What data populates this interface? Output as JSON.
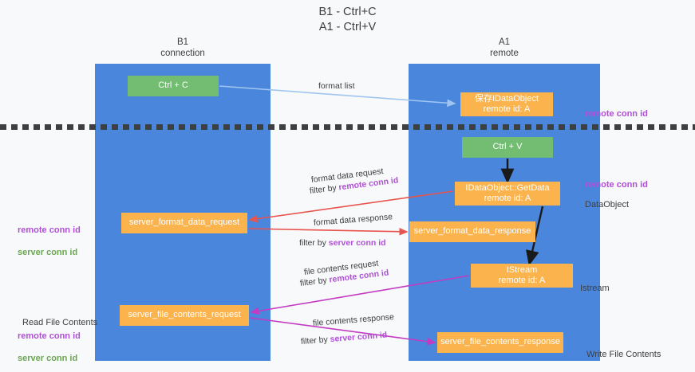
{
  "title": "B1 - Ctrl+C\nA1 - Ctrl+V",
  "columns": {
    "left": "B1\nconnection",
    "right": "A1\nremote"
  },
  "colors": {
    "lane": "#4a86dc",
    "green_node": "#73bd73",
    "orange_node": "#fab34d",
    "remote_conn_id": "#b14fd8",
    "server_conn_id": "#6aa84f",
    "edge_red": "#e8544f",
    "edge_magenta": "#c33bc3",
    "edge_blue": "#9fc5f0",
    "edge_black": "#1a1a1a",
    "divider": "#3c4043"
  },
  "nodes": {
    "ctrl_c": "Ctrl + C",
    "save_idataobject": "保存IDataObject\nremote id: A",
    "ctrl_v": "Ctrl + V",
    "idataobject_getdata": "IDataObject::GetData\nremote id: A",
    "server_format_data_request": "server_format_data_request",
    "server_format_data_response": "server_format_data_response",
    "istream": "IStream\nremote id: A",
    "server_file_contents_request": "server_file_contents_request",
    "server_file_contents_response": "server_file_contents_response"
  },
  "annotations": {
    "right": {
      "remote_conn_id_1": "remote conn id",
      "remote_conn_id_2": "remote conn id",
      "dataobject": "DataObject",
      "istream": "Istream",
      "write_file_contents": "Write File Contents"
    },
    "left": {
      "remote_conn_id": "remote conn id",
      "server_conn_id": "server conn id",
      "read_file_contents": "Read File Contents",
      "remote_conn_id_2": "remote conn id",
      "server_conn_id_2": "server conn id"
    }
  },
  "edge_labels": {
    "format_list": "format list",
    "format_data_request": "format data request",
    "filter_by": "filter by ",
    "remote_conn_id": "remote conn id",
    "format_data_response": "format data response",
    "server_conn_id": "server conn id",
    "file_contents_request": "file contents request",
    "file_contents_response": "file contents response"
  }
}
